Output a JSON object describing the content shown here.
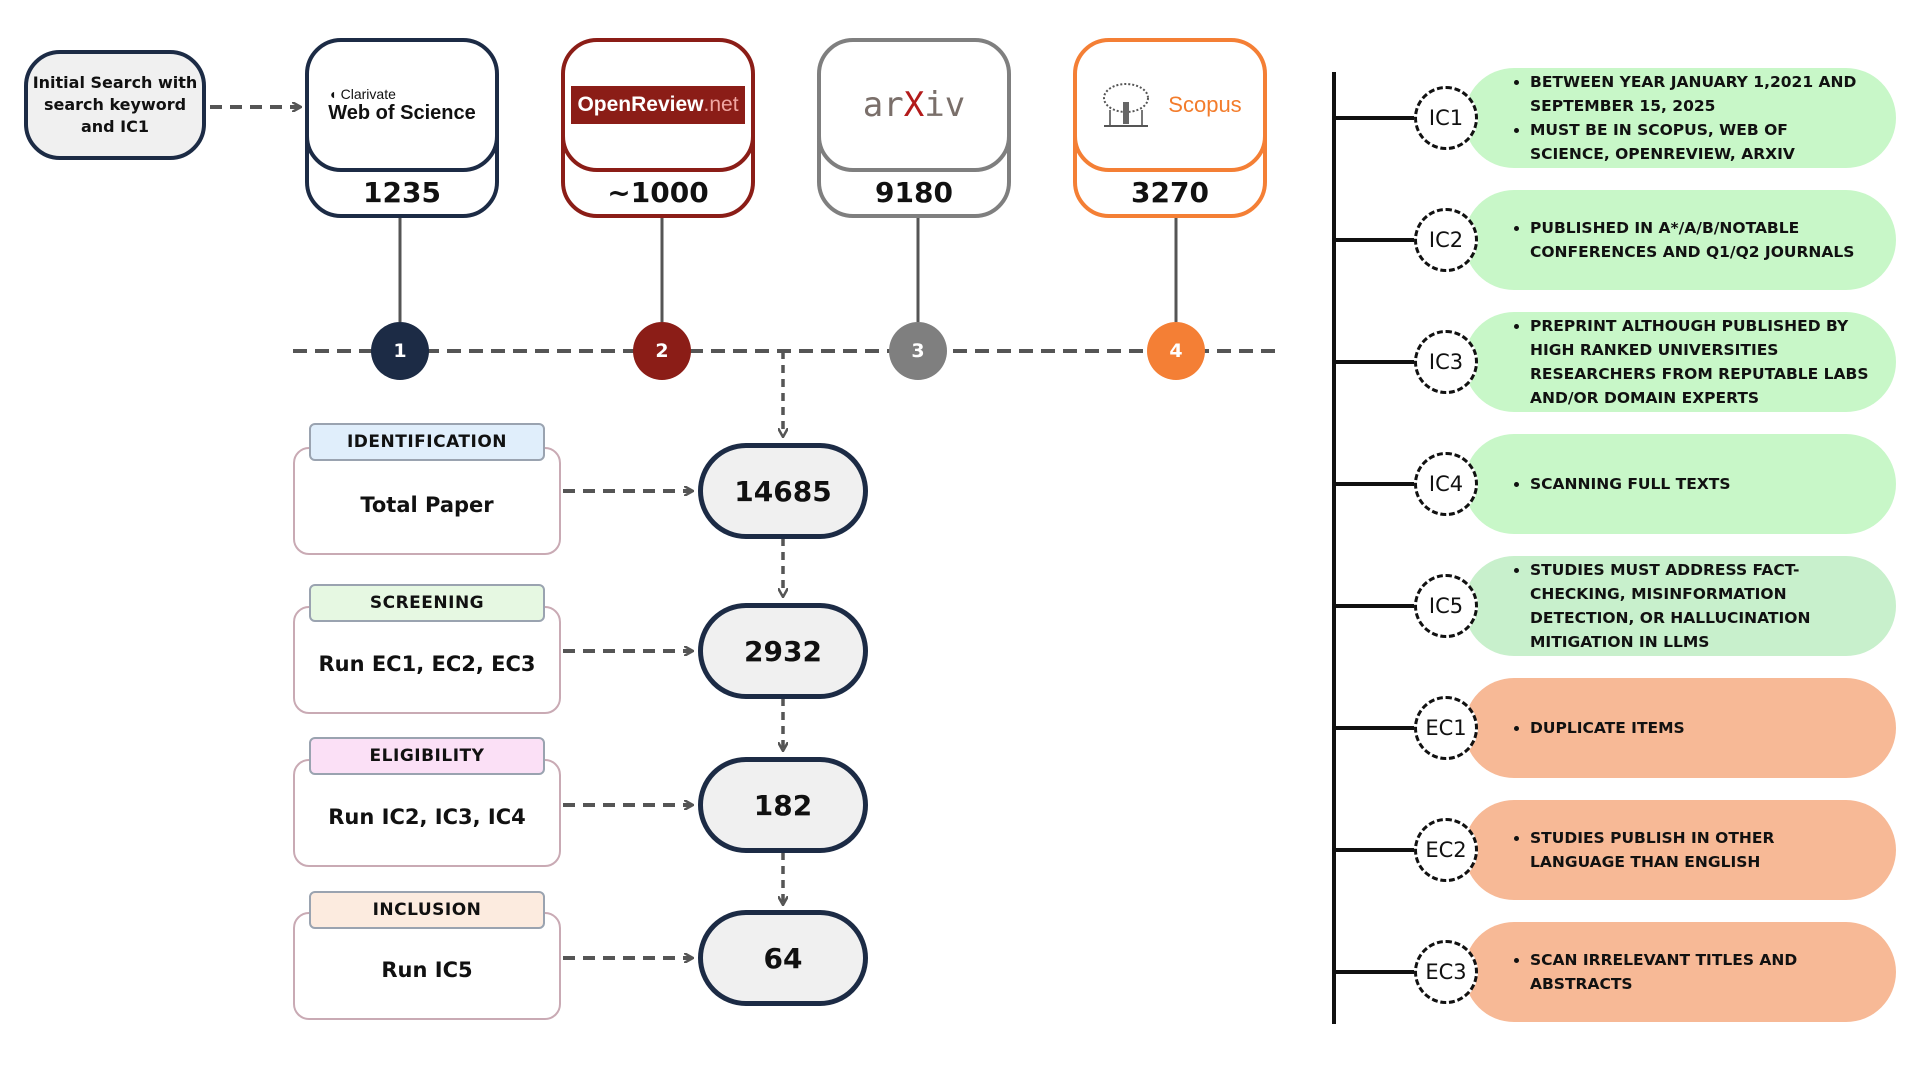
{
  "initial_search": "Initial Search with search keyword and IC1",
  "sources": [
    {
      "logo_line1": "Clarivate",
      "logo_line2": "Web of Science",
      "count": "1235",
      "color": "#1c2b45",
      "number": "1"
    },
    {
      "logo_main": "OpenReview",
      "logo_suffix": ".net",
      "count": "~1000",
      "color": "#8b1d17",
      "number": "2"
    },
    {
      "logo_a": "ar",
      "logo_x": "X",
      "logo_b": "iv",
      "count": "9180",
      "color": "#7f7f7f",
      "number": "3"
    },
    {
      "logo_text": "Scopus",
      "count": "3270",
      "color": "#f47f35",
      "number": "4"
    }
  ],
  "stages": [
    {
      "tag": "IDENTIFICATION",
      "text": "Total Paper",
      "count": "14685",
      "tag_color": "#e0eefb"
    },
    {
      "tag": "SCREENING",
      "text": "Run EC1, EC2, EC3",
      "count": "2932",
      "tag_color": "#e6f8e2"
    },
    {
      "tag": "ELIGIBILITY",
      "text": "Run IC2, IC3, IC4",
      "count": "182",
      "tag_color": "#fbe0f6"
    },
    {
      "tag": "INCLUSION",
      "text": "Run IC5",
      "count": "64",
      "tag_color": "#fcebdf"
    }
  ],
  "criteria": [
    {
      "id": "IC1",
      "color": "#c8f7c8",
      "items": [
        "BETWEEN YEAR JANUARY 1,2021 AND SEPTEMBER 15, 2025",
        "MUST BE IN SCOPUS, WEB OF SCIENCE, OPENREVIEW, ARXIV"
      ]
    },
    {
      "id": "IC2",
      "color": "#c8f7c8",
      "items": [
        "PUBLISHED IN A*/A/B/NOTABLE CONFERENCES AND Q1/Q2 JOURNALS"
      ]
    },
    {
      "id": "IC3",
      "color": "#c8f7c8",
      "items": [
        "PREPRINT ALTHOUGH PUBLISHED BY HIGH RANKED UNIVERSITIES RESEARCHERS FROM REPUTABLE LABS AND/OR DOMAIN EXPERTS"
      ]
    },
    {
      "id": "IC4",
      "color": "#c8f7c8",
      "items": [
        "SCANNING FULL TEXTS"
      ]
    },
    {
      "id": "IC5",
      "color": "#c8f0cc",
      "items": [
        "STUDIES MUST ADDRESS FACT-CHECKING, MISINFORMATION DETECTION, OR HALLUCINATION MITIGATION IN LLMS"
      ]
    },
    {
      "id": "EC1",
      "color": "#f7b996",
      "items": [
        "DUPLICATE ITEMS"
      ]
    },
    {
      "id": "EC2",
      "color": "#f7b996",
      "items": [
        "STUDIES PUBLISH IN OTHER LANGUAGE THAN ENGLISH"
      ]
    },
    {
      "id": "EC3",
      "color": "#f7b996",
      "items": [
        "SCAN IRRELEVANT TITLES AND ABSTRACTS"
      ]
    }
  ]
}
